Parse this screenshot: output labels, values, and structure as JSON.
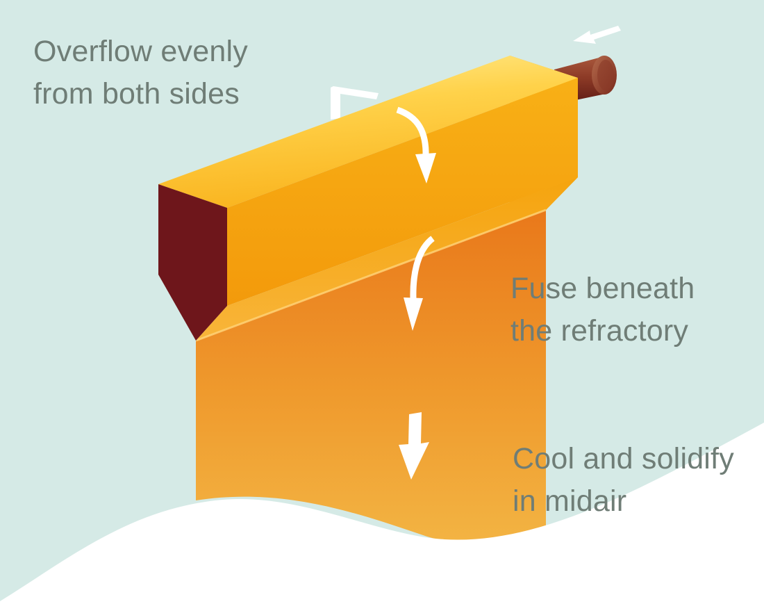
{
  "captions": {
    "overflow": {
      "line1": "Overflow evenly",
      "line2": "from both sides"
    },
    "fuse": {
      "line1": "Fuse beneath",
      "line2": "the refractory"
    },
    "cool": {
      "line1": "Cool and solidify",
      "line2": "in midair"
    }
  },
  "colors": {
    "background": "#d5eae6",
    "ground": "#ffffff",
    "glass_top": "#ffe57a",
    "glass_mid": "#f5a10a",
    "glass_sheet_top": "#ea7f16",
    "glass_sheet_bottom": "#f2b040",
    "refractory_end": "#6e161b",
    "feed_pipe": "#8c3a26",
    "arrow": "#ffffff",
    "text": "#6f7d76"
  },
  "icons": [
    "flow-arrow-icon",
    "straight-down-arrow-icon",
    "feed-direction-arrow-icon",
    "side-overflow-arrow-icon"
  ]
}
